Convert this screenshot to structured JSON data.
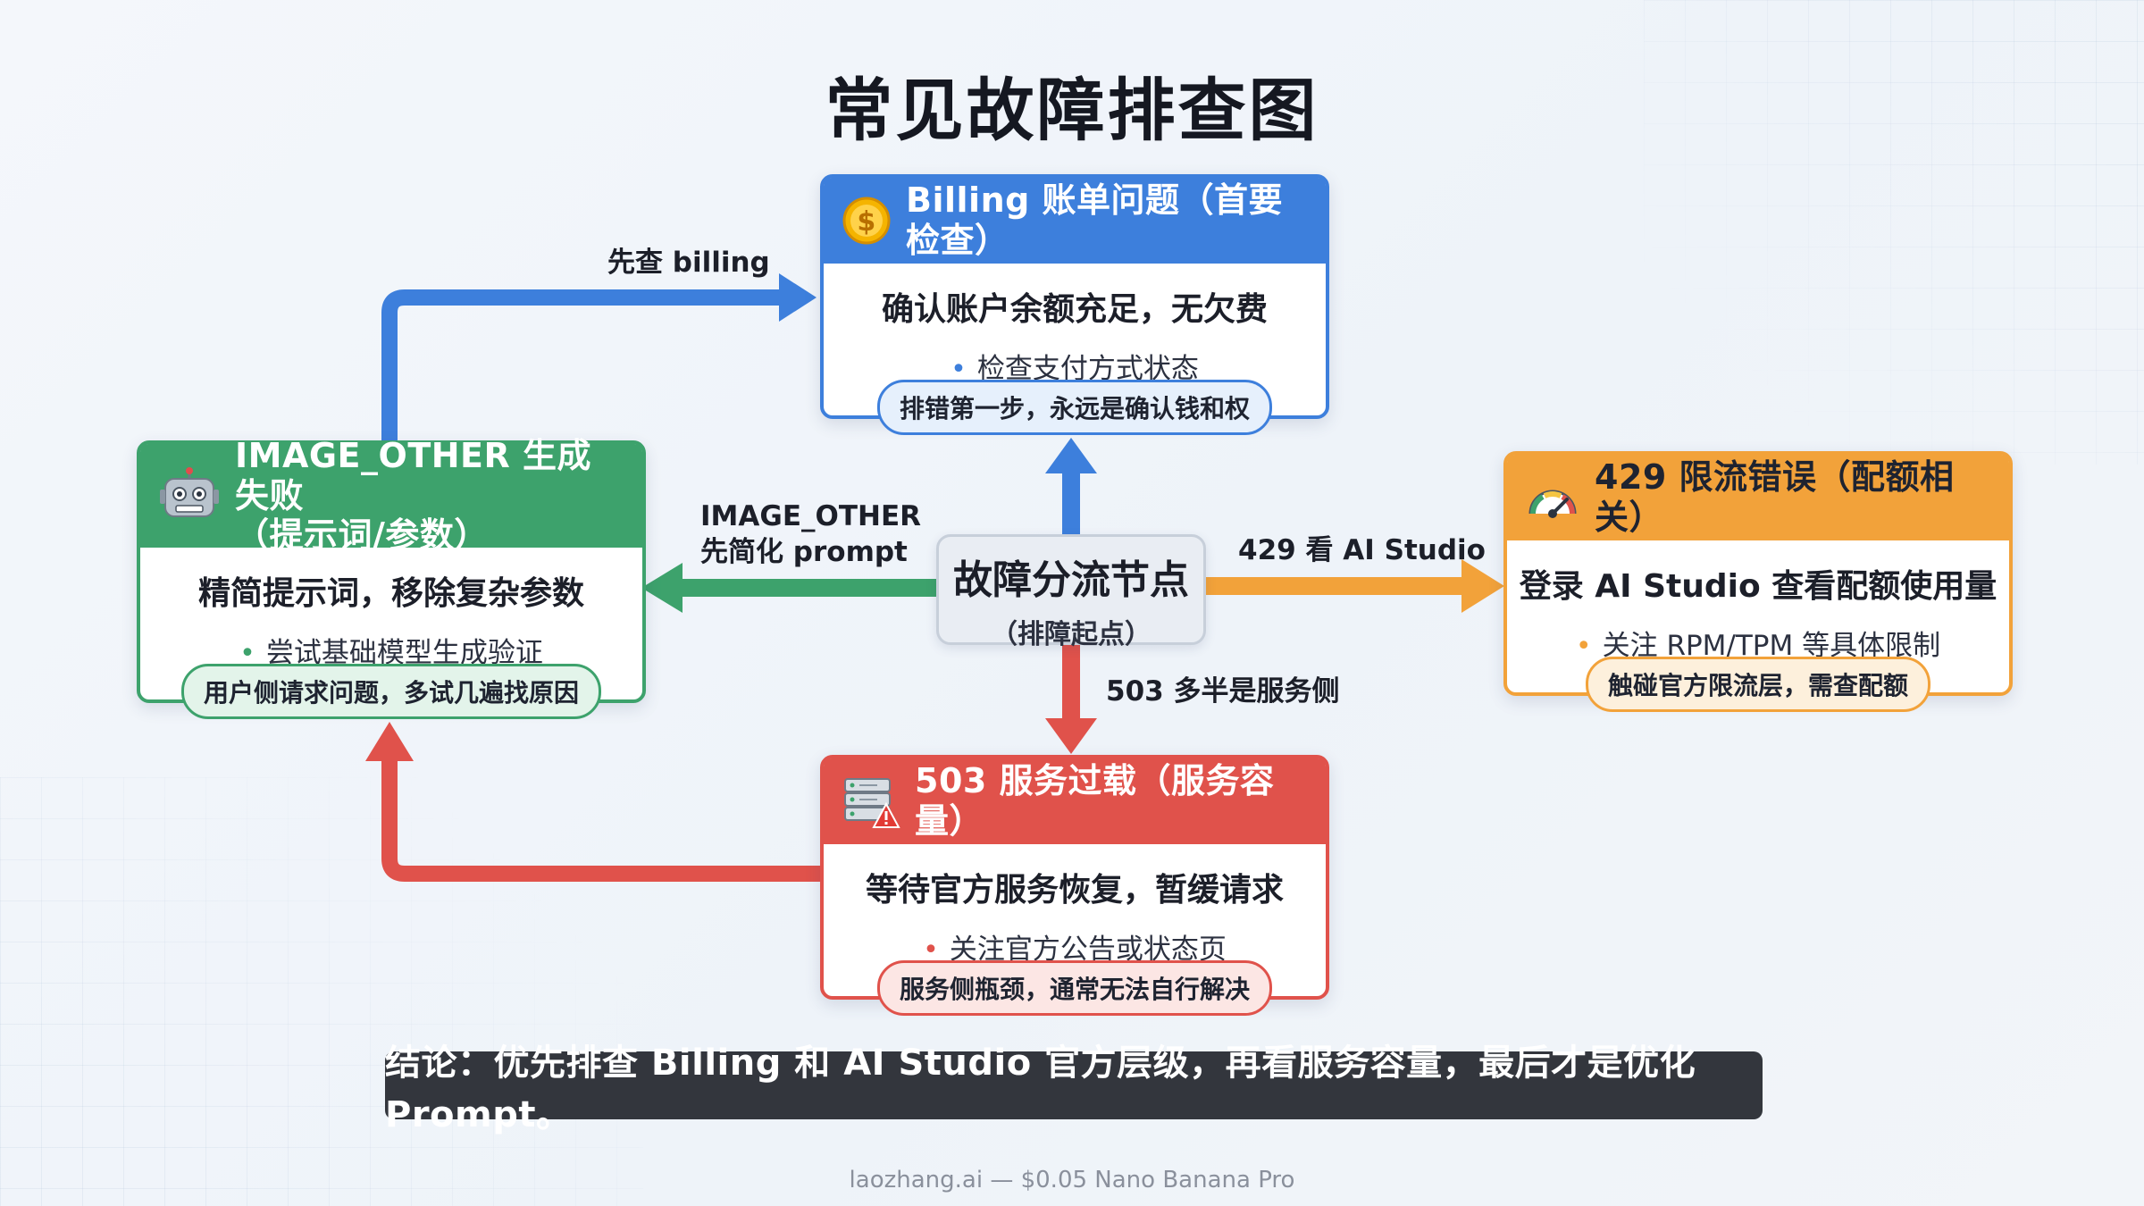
{
  "title": "常见故障排查图",
  "center": {
    "title": "故障分流节点",
    "subtitle": "（排障起点）"
  },
  "cards": {
    "billing": {
      "icon": "coin-icon",
      "header": "Billing 账单问题（首要检查）",
      "main": "确认账户余额充足，无欠费",
      "bullet": "检查支付方式状态",
      "pill": "排错第一步，永远是确认钱和权",
      "color": "#3d7fdc"
    },
    "image_other": {
      "icon": "robot-icon",
      "header_line1": "IMAGE_OTHER 生成失败",
      "header_line2": "（提示词/参数）",
      "main": "精简提示词，移除复杂参数",
      "bullet": "尝试基础模型生成验证",
      "pill": "用户侧请求问题，多试几遍找原因",
      "color": "#3da26c"
    },
    "rate_limit": {
      "icon": "speedometer-icon",
      "header": "429 限流错误（配额相关）",
      "main": "登录 AI Studio 查看配额使用量",
      "bullet": "关注 RPM/TPM 等具体限制",
      "pill": "触碰官方限流层，需查配额",
      "color": "#f2a23a"
    },
    "overload": {
      "icon": "server-warning-icon",
      "header": "503 服务过载（服务容量）",
      "main": "等待官方服务恢复，暂缓请求",
      "bullet": "关注官方公告或状态页",
      "pill": "服务侧瓶颈，通常无法自行解决",
      "color": "#e0524b"
    }
  },
  "edge_labels": {
    "to_billing": "先查 billing",
    "to_image_other_line1": "IMAGE_OTHER",
    "to_image_other_line2": "先简化 prompt",
    "to_rate_limit": "429 看 AI Studio",
    "to_overload": "503 多半是服务侧"
  },
  "conclusion": "结论：优先排查 Billing 和 AI Studio 官方层级，再看服务容量，最后才是优化 Prompt。",
  "footer": "laozhang.ai — $0.05 Nano Banana Pro"
}
